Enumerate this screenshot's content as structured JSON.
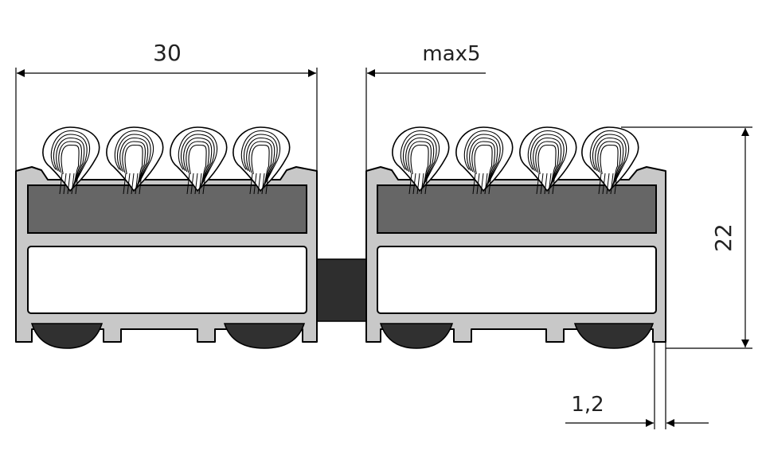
{
  "dimensions": {
    "width_label": "30",
    "gap_label": "max5",
    "height_label": "22",
    "base_label": "1,2"
  },
  "colors": {
    "aluminium": "#c8c8c8",
    "insert": "#666666",
    "rubber_pad": "#303030",
    "spacer": "#2e2e2e",
    "fibre": "#ffffff"
  },
  "icons": [
    "fibre-loop-icon"
  ]
}
